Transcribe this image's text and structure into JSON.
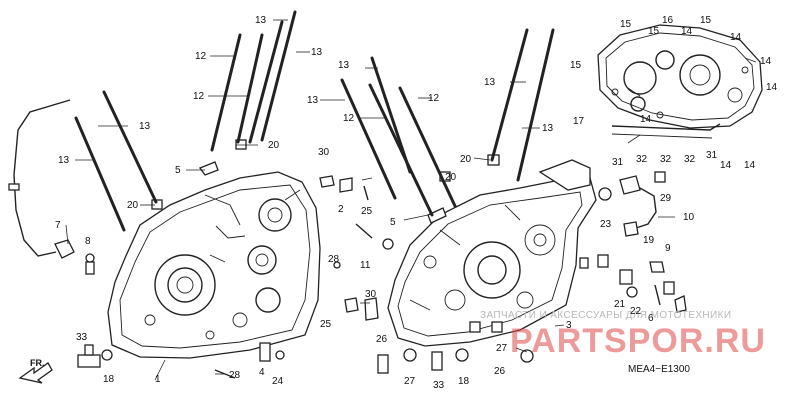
{
  "diagram": {
    "code": "MEA4−E1300",
    "front_label": "FR.",
    "watermark_caption": "ЗАПЧАСТИ И АКСЕССУАРЫ ДЛЯ МОТОТЕХНИКИ",
    "watermark_site": "PARTSPOR.RU",
    "callouts": [
      "13",
      "12",
      "13",
      "12",
      "13",
      "20",
      "5",
      "20",
      "13",
      "7",
      "8",
      "33",
      "18",
      "1",
      "28",
      "4",
      "24",
      "30",
      "2",
      "25",
      "28",
      "30",
      "25",
      "26",
      "11",
      "13",
      "12",
      "13",
      "12",
      "20",
      "20",
      "5",
      "13",
      "13",
      "15",
      "16",
      "15",
      "15",
      "14",
      "14",
      "14",
      "15",
      "14",
      "17",
      "14",
      "31",
      "32",
      "32",
      "32",
      "31",
      "14",
      "14",
      "23",
      "29",
      "10",
      "19",
      "9",
      "21",
      "22",
      "6",
      "3",
      "27",
      "26",
      "27",
      "33",
      "18"
    ]
  }
}
